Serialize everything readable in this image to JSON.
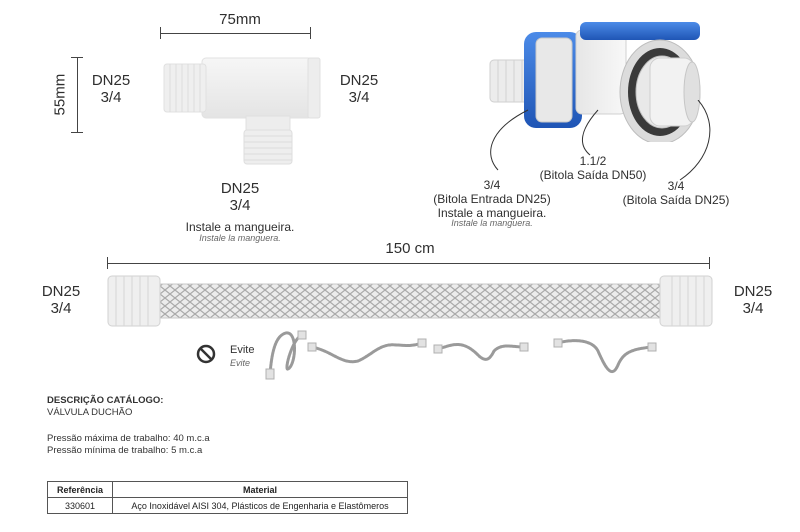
{
  "top_tee": {
    "width_label": "75mm",
    "height_label": "55mm",
    "left_port": [
      "DN25",
      "3/4"
    ],
    "right_port": [
      "DN25",
      "3/4"
    ],
    "bottom_port": [
      "DN25",
      "3/4"
    ],
    "install_pt": "Instale a mangueira.",
    "install_es": "Instale la manguera."
  },
  "valve": {
    "outlet_label": [
      "1.1/2",
      "(Bitola Saída DN50)"
    ],
    "inlet_label": [
      "3/4",
      "(Bitola Entrada DN25)"
    ],
    "install_pt": "Instale a mangueira.",
    "install_es": "Instale la manguera.",
    "side_label": [
      "3/4",
      "(Bitola Saída DN25)"
    ],
    "accent_color": "#2f6fd6"
  },
  "hose": {
    "length_label": "150 cm",
    "left_port": [
      "DN25",
      "3/4"
    ],
    "right_port": [
      "DN25",
      "3/4"
    ]
  },
  "avoid": {
    "icon": "no-entry-icon",
    "label_pt": "Evite",
    "label_es": "Evite"
  },
  "catalog": {
    "heading": "DESCRIÇÃO CATÁLOGO:",
    "product": "VÁLVULA DUCHÃO",
    "max_pressure": "Pressão máxima de trabalho: 40 m.c.a",
    "min_pressure": "Pressão mínima de trabalho: 5 m.c.a"
  },
  "table": {
    "headers": [
      "Referência",
      "Material"
    ],
    "rows": [
      [
        "330601",
        "Aço Inoxidável AISI 304, Plásticos de Engenharia e Elastômeros"
      ]
    ]
  }
}
